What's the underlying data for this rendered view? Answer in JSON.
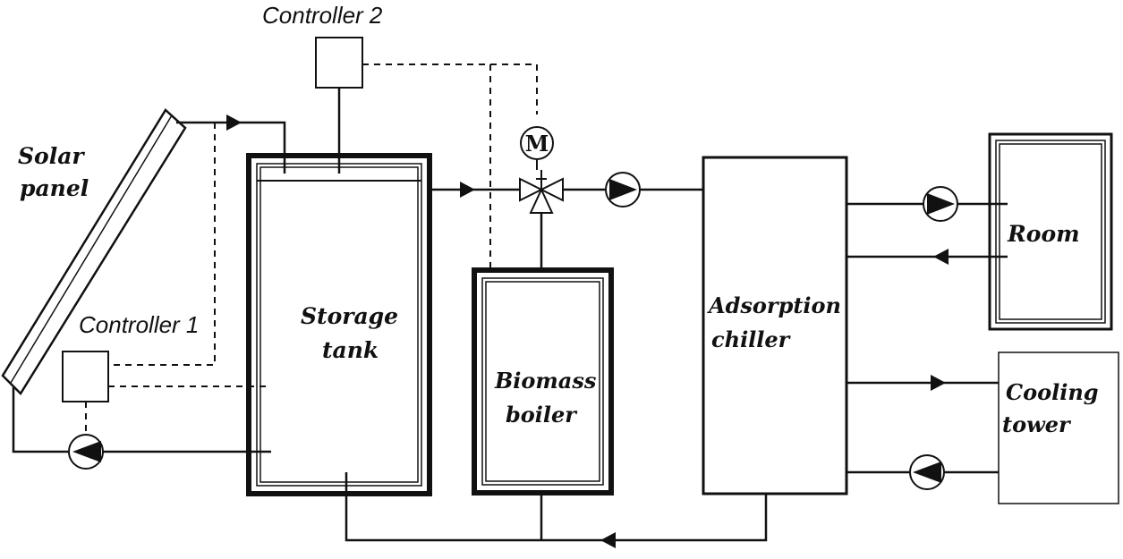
{
  "labels": {
    "solar_line1": "Solar",
    "solar_line2": "panel",
    "controller1": "Controller 1",
    "controller2": "Controller 2",
    "tank_line1": "Storage",
    "tank_line2": "tank",
    "boiler_line1": "Biomass",
    "boiler_line2": "boiler",
    "chiller_line1": "Adsorption",
    "chiller_line2": "chiller",
    "room": "Room",
    "tower_line1": "Cooling",
    "tower_line2": "tower",
    "motor": "M"
  }
}
